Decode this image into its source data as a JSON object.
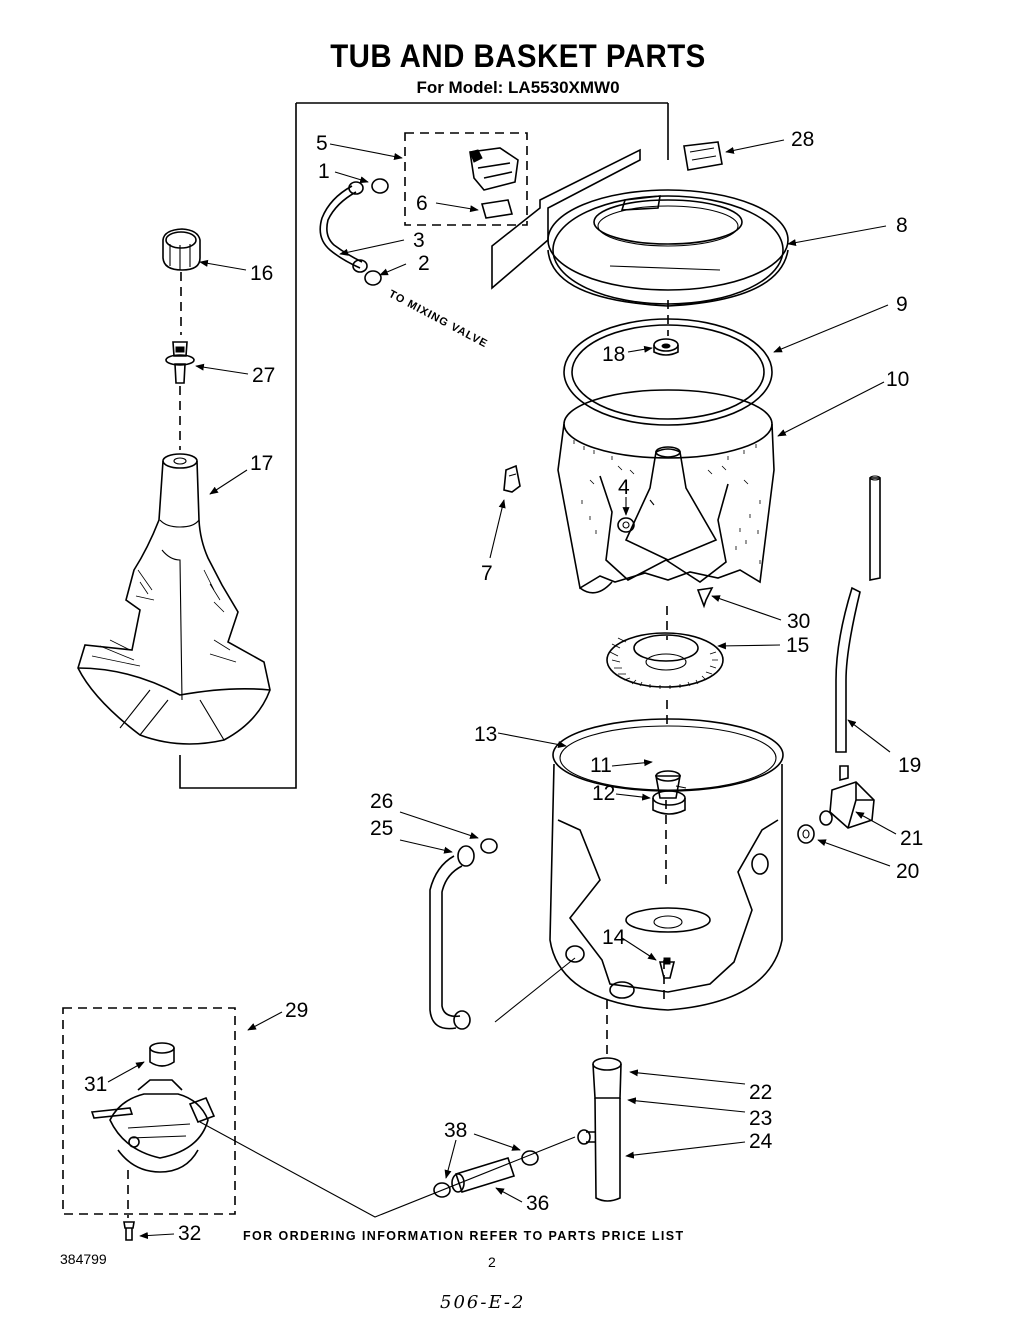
{
  "title": "TUB AND BASKET PARTS",
  "model_line": "For Model: LA5530XMW0",
  "footer_note": "FOR ORDERING INFORMATION REFER TO PARTS PRICE LIST",
  "doc_number": "384799",
  "page_number": "2",
  "handwritten_code": "506-E-2",
  "mixing_valve_note": "TO MIXING VALVE",
  "callouts": {
    "p1": "1",
    "p2": "2",
    "p3": "3",
    "p4": "4",
    "p5": "5",
    "p6": "6",
    "p7": "7",
    "p8": "8",
    "p9": "9",
    "p10": "10",
    "p11": "11",
    "p12": "12",
    "p13": "13",
    "p14": "14",
    "p15": "15",
    "p16": "16",
    "p17": "17",
    "p18": "18",
    "p19": "19",
    "p20": "20",
    "p21": "21",
    "p22": "22",
    "p23": "23",
    "p24": "24",
    "p25": "25",
    "p26": "26",
    "p27": "27",
    "p28": "28",
    "p29": "29",
    "p30": "30",
    "p31": "31",
    "p32": "32",
    "p36": "36",
    "p38": "38"
  }
}
